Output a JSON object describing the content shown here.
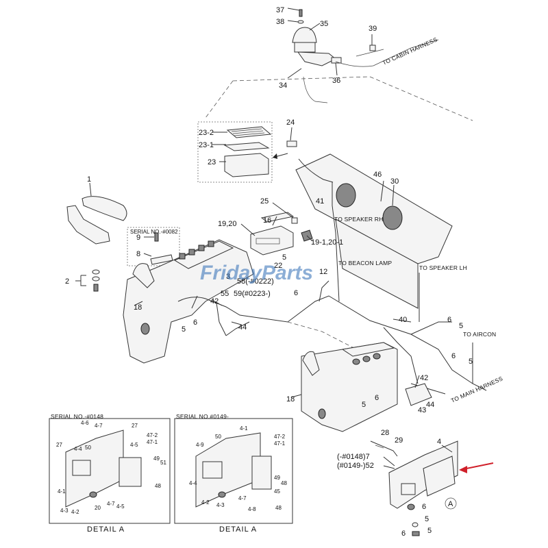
{
  "watermark": "FridayParts",
  "routing_notes": {
    "cabin_harness": "TO CABIN HARNESS",
    "speaker_rh": "TO SPEAKER RH",
    "beacon_lamp": "TO BEACON LAMP",
    "speaker_lh": "TO SPEAKER LH",
    "aircon": "TO AIRCON",
    "main_harness": "TO MAIN HARNESS"
  },
  "callouts": {
    "c37": "37",
    "c38": "38",
    "c35": "35",
    "c39": "39",
    "c34": "34",
    "c36": "36",
    "c24": "24",
    "c23_2": "23-2",
    "c23_1": "23-1",
    "c23": "23",
    "c46": "46",
    "c30": "30",
    "c1": "1",
    "c41": "41",
    "c25": "25",
    "c19_20": "19,20",
    "c16": "16",
    "c9": "9",
    "c8": "8",
    "c19_1": "19-1,20-1",
    "c22": "22",
    "c5a": "5",
    "c2": "2",
    "c18a": "18",
    "c42a": "42",
    "c12": "12",
    "c55": "55",
    "c59": "59(#0223-)",
    "c58": "58(-#0222)",
    "c6a": "6",
    "c3": "3",
    "c5b": "5",
    "c6b": "6",
    "c44a": "44",
    "c40": "40",
    "c6c": "6",
    "c5c": "5",
    "c5d": "5",
    "c6d": "6",
    "c42b": "42",
    "c18b": "18",
    "c5e": "5",
    "c6e": "6",
    "c43": "43",
    "c44b": "44",
    "c28": "28",
    "c29": "29",
    "c7": "(-#0148)7",
    "c52": "(#0149-)52",
    "c4": "4",
    "c_a": "A",
    "c5f": "5",
    "c6f": "6",
    "c5g": "5",
    "c6g": "6"
  },
  "serial_notes": {
    "top_box": "SERIAL NO.-#0082",
    "left_detail": "SERIAL NO.-#0148",
    "right_detail": "SERIAL NO.#0149-"
  },
  "details": {
    "left_title": "DETAIL  A",
    "right_title": "DETAIL  A",
    "left_labels": [
      "4-6",
      "4-7",
      "27",
      "47-2",
      "47-1",
      "4-4",
      "50",
      "4-5",
      "27",
      "49",
      "51",
      "48",
      "4-1",
      "20",
      "4-2",
      "4-3",
      "4-7",
      "4-5"
    ],
    "right_labels": [
      "4-1",
      "50",
      "4-9",
      "47-2",
      "47-1",
      "4-4",
      "49",
      "48",
      "4-2",
      "4-3",
      "4-7",
      "4-8",
      "45",
      "48"
    ]
  }
}
